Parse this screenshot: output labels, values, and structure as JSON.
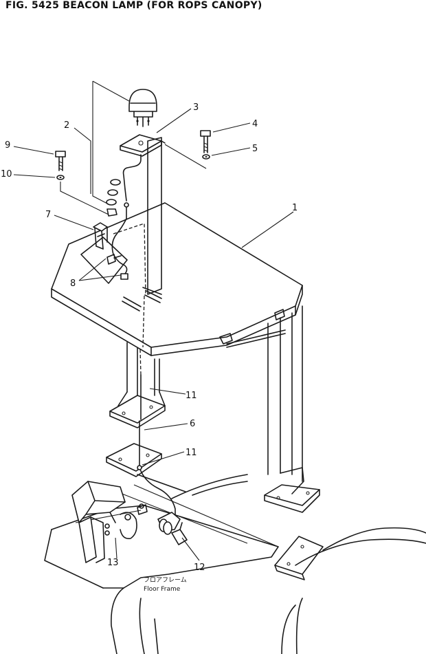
{
  "figure": {
    "title": "FIG. 5425  BEACON LAMP (FOR ROPS CANOPY)"
  },
  "callouts": {
    "c1": "1",
    "c2": "2",
    "c3": "3",
    "c4": "4",
    "c5": "5",
    "c6": "6",
    "c7": "7",
    "c8": "8",
    "c9": "9",
    "c10": "10",
    "c11a": "11",
    "c11b": "11",
    "c12": "12",
    "c13": "13"
  },
  "floor_label": {
    "japanese": "フロアフレーム",
    "english": "Floor Frame"
  }
}
